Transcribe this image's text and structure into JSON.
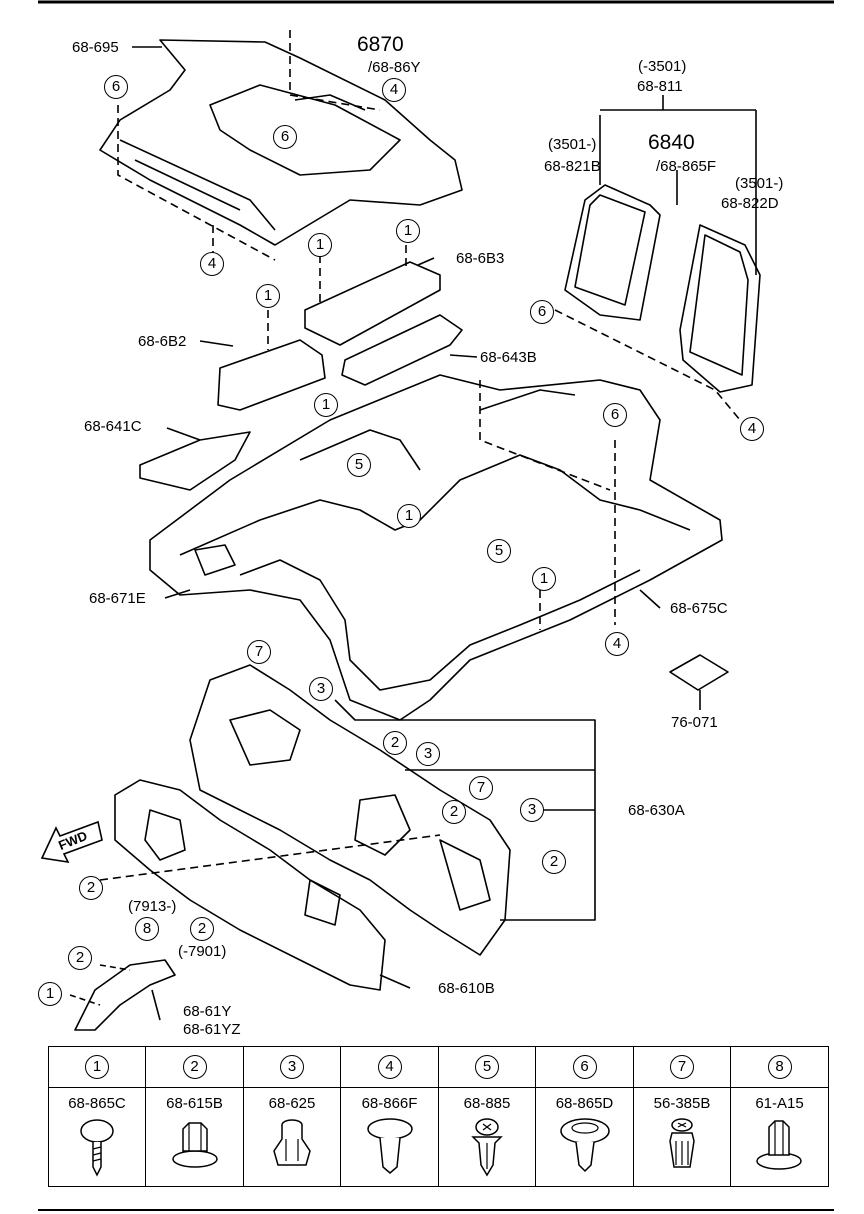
{
  "labels": {
    "p68_695": "68-695",
    "p6870": "6870",
    "p68_86y": "/68-86Y",
    "p_3501_a": "(-3501)",
    "p68_811": "68-811",
    "p3501_b": "(3501-)",
    "p6840": "6840",
    "p68_821b": "68-821B",
    "p68_865f": "/68-865F",
    "p3501_c": "(3501-)",
    "p68_822d": "68-822D",
    "p68_6b3": "68-6B3",
    "p68_6b2": "68-6B2",
    "p68_643b": "68-643B",
    "p68_641c": "68-641C",
    "p68_671e": "68-671E",
    "p68_675c": "68-675C",
    "p76_071": "76-071",
    "p68_630a": "68-630A",
    "p7913": "(7913-)",
    "p7901": "(-7901)",
    "p68_610b": "68-610B",
    "p68_61y": "68-61Y",
    "p68_61yz": "68-61YZ",
    "fwd": "FWD"
  },
  "callouts": {
    "c1": "1",
    "c2": "2",
    "c3": "3",
    "c4": "4",
    "c5": "5",
    "c6": "6",
    "c7": "7",
    "c8": "8"
  },
  "legend": [
    {
      "num": "1",
      "part": "68-865C",
      "icon": "push-clip-icon"
    },
    {
      "num": "2",
      "part": "68-615B",
      "icon": "hex-nut-icon"
    },
    {
      "num": "3",
      "part": "68-625",
      "icon": "clip-retainer-icon"
    },
    {
      "num": "4",
      "part": "68-866F",
      "icon": "plug-icon"
    },
    {
      "num": "5",
      "part": "68-885",
      "icon": "screw-rivet-icon"
    },
    {
      "num": "6",
      "part": "68-865D",
      "icon": "dome-plug-icon"
    },
    {
      "num": "7",
      "part": "56-385B",
      "icon": "screw-grommet-icon"
    },
    {
      "num": "8",
      "part": "61-A15",
      "icon": "flange-nut-icon"
    }
  ]
}
